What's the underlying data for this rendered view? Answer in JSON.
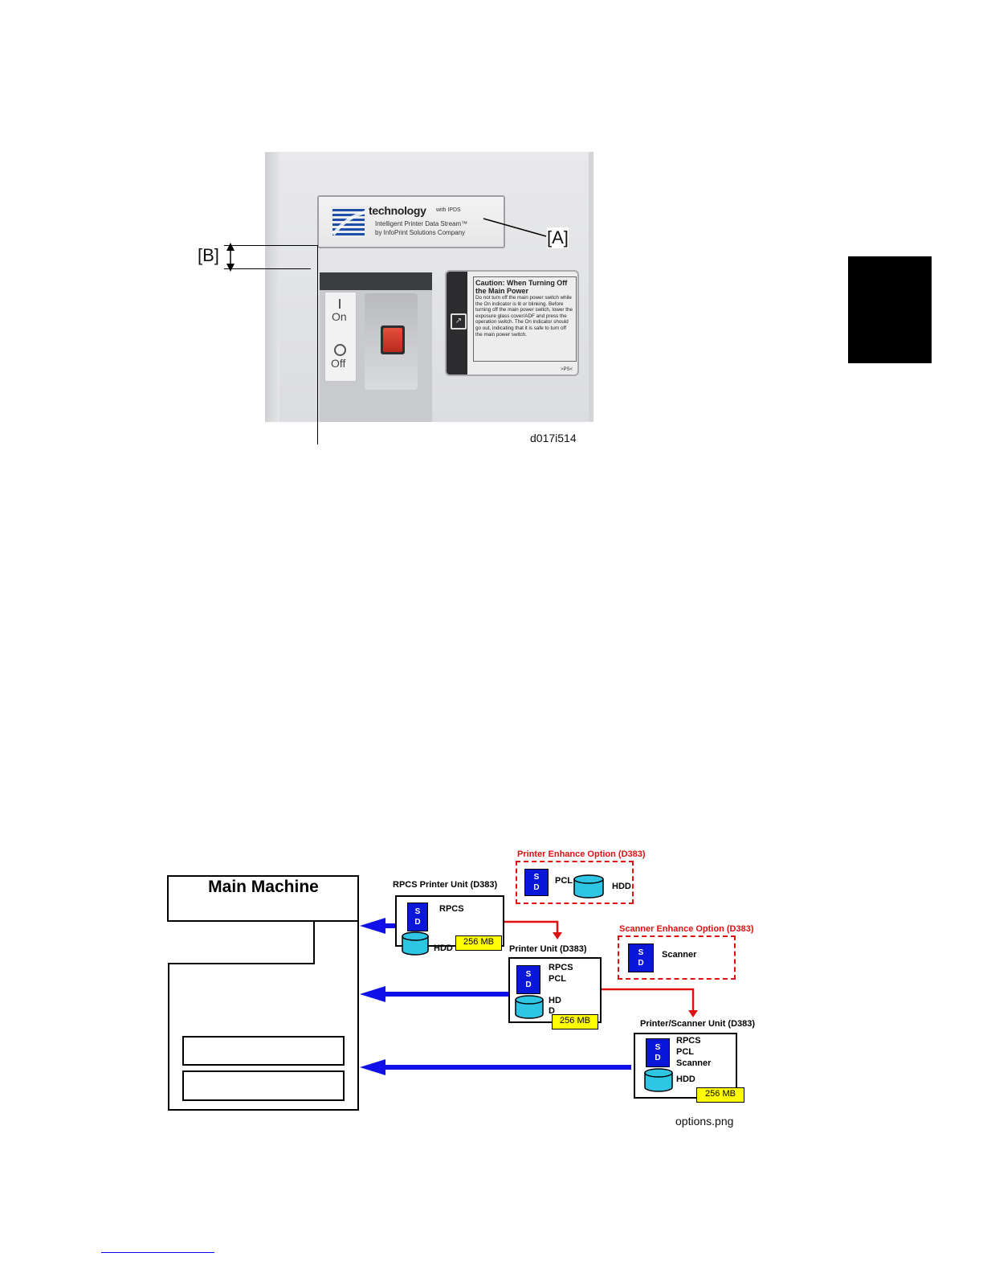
{
  "figure1": {
    "callout_a": "[A]",
    "callout_b": "[B]",
    "caption": "d017i514",
    "ibm_label": {
      "logo": "IBM",
      "tech": "technology",
      "with": "with IPDS",
      "line2": "Intelligent Printer Data Stream™",
      "line3": "by InfoPrint Solutions Company"
    },
    "switch": {
      "on_symbol": "I",
      "on_label": "On",
      "off_symbol": "O",
      "off_label": "Off"
    },
    "caution": {
      "title": "Caution: When Turning Off the Main Power",
      "body": "Do not turn off the main power switch while the On indicator is lit or blinking. Before turning off the main power switch, lower the exposure glass cover/ADF and press the operation switch. The On indicator should go out, indicating that it is safe to turn off the main power switch.",
      "footer": ">PS<"
    }
  },
  "figure2": {
    "main_machine": "Main Machine",
    "rpcs_unit": {
      "title": "RPCS Printer Unit (D383)",
      "items": [
        "RPCS"
      ],
      "sd_top": "S",
      "sd_bottom": "D",
      "hdd": "HDD",
      "memory": "256 MB"
    },
    "printer_unit": {
      "title": "Printer Unit (D383)",
      "items": [
        "RPCS",
        "PCL"
      ],
      "sd_top": "S",
      "sd_bottom": "D",
      "hdd_1": "HD",
      "hdd_2": "D",
      "memory": "256 MB"
    },
    "printer_scanner_unit": {
      "title": "Printer/Scanner Unit (D383)",
      "items": [
        "RPCS",
        "PCL",
        "Scanner"
      ],
      "sd_top": "S",
      "sd_bottom": "D",
      "hdd": "HDD",
      "memory": "256 MB"
    },
    "printer_enhance": {
      "title": "Printer Enhance Option (D383)",
      "sd_top": "S",
      "sd_bottom": "D",
      "pcl": "PCL",
      "hdd": "HDD"
    },
    "scanner_enhance": {
      "title": "Scanner Enhance Option (D383)",
      "sd_top": "S",
      "sd_bottom": "D",
      "scanner": "Scanner"
    },
    "caption": "options.png",
    "colors": {
      "blue_arrow": "#1010e8",
      "red_arrow": "#e01010",
      "sd": "#0a16d8",
      "memory": "#ffff00",
      "hdd": "#2fc6e6"
    }
  }
}
